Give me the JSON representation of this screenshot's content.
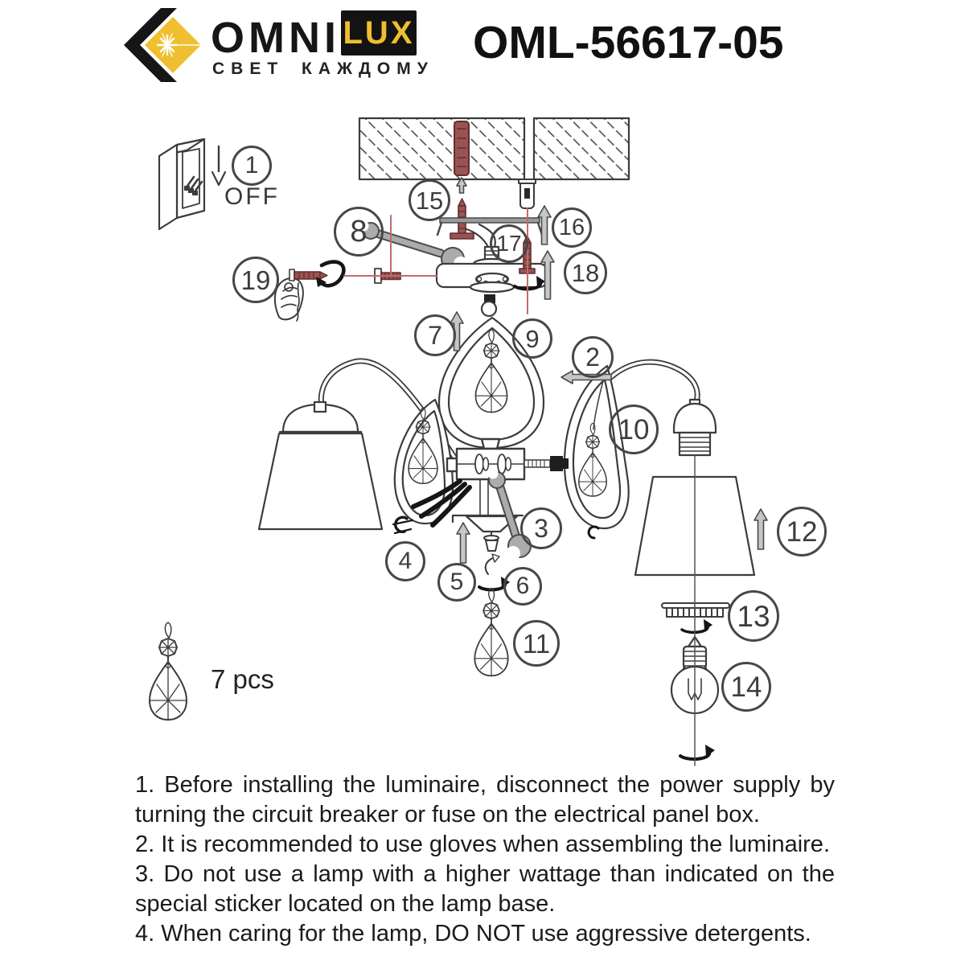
{
  "header": {
    "brand_omni": "OMNI",
    "brand_lux": "LUX",
    "brand_tagline": "СВЕТ КАЖДОМУ",
    "model": "OML-56617-05"
  },
  "diagram": {
    "switch_label": "OFF",
    "crystal_count_label": "7 pcs",
    "callouts": [
      "1",
      "2",
      "3",
      "4",
      "5",
      "6",
      "7",
      "8",
      "9",
      "10",
      "11",
      "12",
      "13",
      "14",
      "15",
      "16",
      "17",
      "18",
      "19"
    ]
  },
  "instructions": [
    "1. Before installing the luminaire, disconnect the power supply by turning the circuit breaker or fuse on the electrical panel box.",
    "2. It is recommended to use gloves when assembling the luminaire.",
    "3. Do not use a lamp with a higher wattage than indicated on the special sticker located on the lamp base.",
    "4. When caring for the lamp, DO NOT use aggressive detergents."
  ],
  "colors": {
    "brand_yellow": "#EFBF2F",
    "brand_black": "#131313",
    "line_dark": "#3C3C3C",
    "screw_red": "#9A5252",
    "guide_red": "#C46A6A"
  }
}
